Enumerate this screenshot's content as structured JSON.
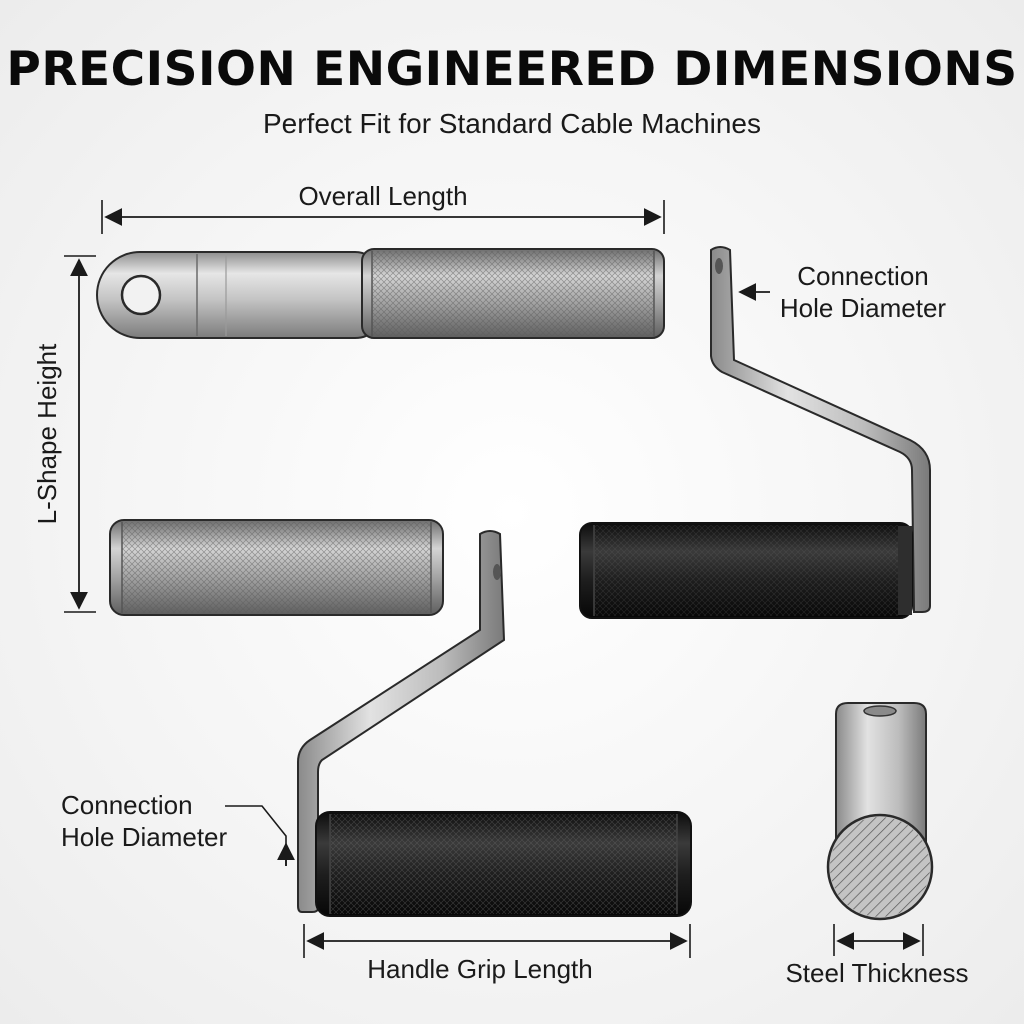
{
  "header": {
    "title": "PRECISION ENGINEERED DIMENSIONS",
    "subtitle": "Perfect Fit for Standard Cable Machines"
  },
  "labels": {
    "overall_length": "Overall Length",
    "l_shape_height": "L-Shape Height",
    "connection_hole_right_line1": "Connection",
    "connection_hole_right_line2": "Hole Diameter",
    "connection_hole_left_line1": "Connection",
    "connection_hole_left_line2": "Hole Diameter",
    "handle_grip_length": "Handle Grip Length",
    "steel_thickness": "Steel Thickness"
  },
  "colors": {
    "steel": "#b8b8b8",
    "knurl_silver": "#9a9a9a",
    "grip_black": "#1c1c1c",
    "outline": "#2a2a2a"
  }
}
